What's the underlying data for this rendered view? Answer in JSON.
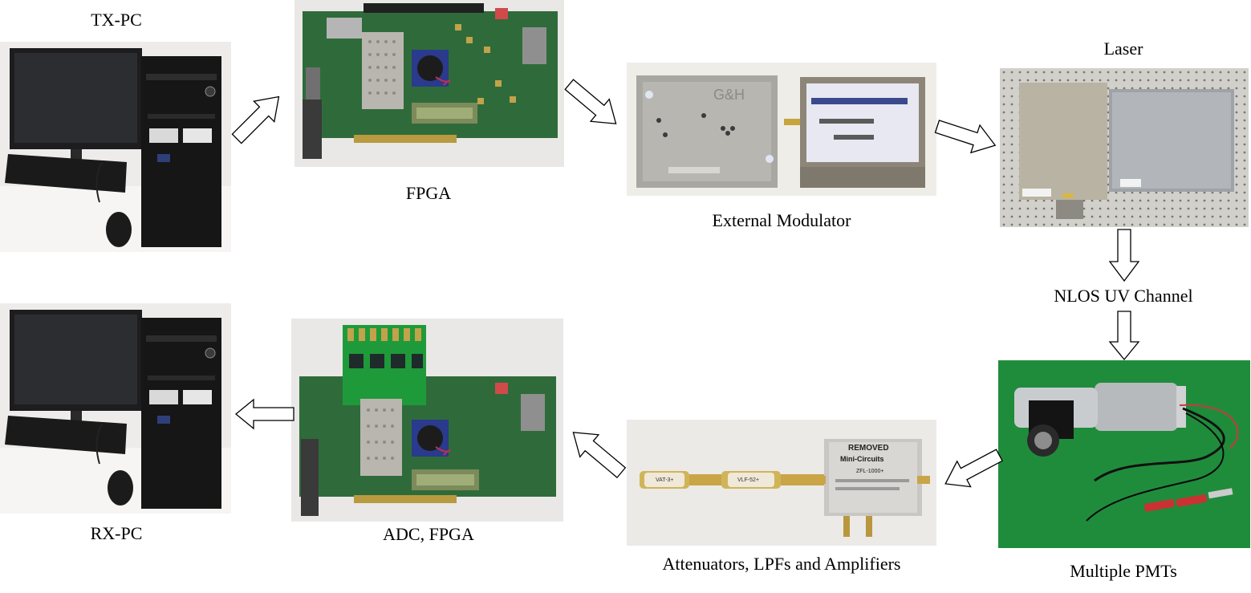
{
  "labels": {
    "tx_pc": "TX-PC",
    "fpga": "FPGA",
    "external_modulator": "External Modulator",
    "laser": "Laser",
    "nlos_uv_channel": "NLOS UV Channel",
    "multiple_pmts": "Multiple PMTs",
    "attenuators": "Attenuators, LPFs and Amplifiers",
    "adc_fpga": "ADC, FPGA",
    "rx_pc": "RX-PC"
  },
  "device_text": {
    "gh_logo": "G&H",
    "removed": "REMOVED",
    "mini_circuits": "Mini-Circuits",
    "zfl_model": "ZFL-1000+",
    "vat": "VAT-3+",
    "vlf": "VLF-52+"
  },
  "colors": {
    "arrow_fill": "#ffffff",
    "arrow_stroke": "#000000",
    "pcb_green": "#2f6b3a",
    "pmt_background": "#1f8c3c"
  }
}
